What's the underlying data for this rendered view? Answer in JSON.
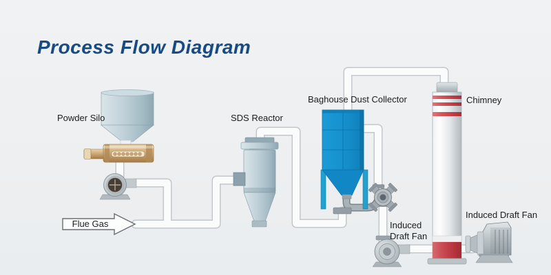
{
  "title": "Process Flow Diagram",
  "labels": {
    "powder_silo": "Powder Silo",
    "sds_reactor": "SDS Reactor",
    "baghouse_dust_collector": "Baghouse Dust Collector",
    "chimney": "Chimney",
    "induced_draft_fan_left_line1": "Induced",
    "induced_draft_fan_left_line2": "Draft Fan",
    "induced_draft_fan_right": "Induced Draft Fan",
    "flue_gas": "Flue Gas"
  },
  "colors": {
    "background": "#eef0f1",
    "title_navy": "#184a83",
    "baghouse_blue": "#1590cc",
    "baghouse_leg_teal": "#23a0cd",
    "chimney_red": "#c9444c",
    "silo_steel_blue": "#bed0d7",
    "feeder_tan": "#c9a672",
    "pipe_white": "#fafbfb",
    "pipe_edge_gray": "#c3c8cb",
    "dust_pipe_gray": "#a9b2b7"
  }
}
